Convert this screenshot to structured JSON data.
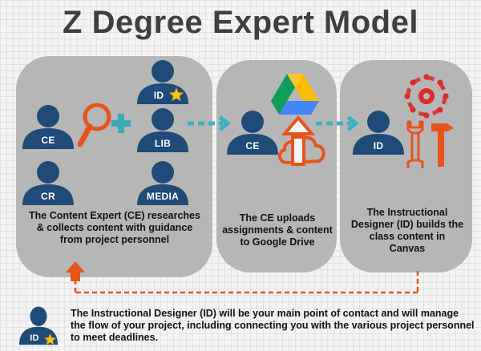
{
  "title": "Z Degree Expert Model",
  "colors": {
    "person": "#1e4b78",
    "accent_orange": "#e6541c",
    "plus_teal": "#39aab8",
    "arrow_teal": "#3cb0c0",
    "panel_gray": "#b6b6b6",
    "canvas_red": "#d92d2d"
  },
  "panels": {
    "left": {
      "people": {
        "ce": "CE",
        "id": "ID",
        "lib": "LIB",
        "cr": "CR",
        "media": "MEDIA"
      },
      "icons": [
        "search-icon",
        "plus-icon",
        "star-icon"
      ],
      "caption": {
        "line1": "The Content Expert (CE) researches",
        "line2": "& collects content with guidance",
        "line3": "from project personnel"
      }
    },
    "middle": {
      "people": {
        "ce": "CE"
      },
      "icons": [
        "google-drive-icon",
        "cloud-upload-icon"
      ],
      "caption": {
        "line1": "The CE uploads",
        "line2": "assignments & content",
        "line3": "to Google Drive"
      }
    },
    "right": {
      "people": {
        "id": "ID"
      },
      "icons": [
        "canvas-logo-icon",
        "wrench-icon",
        "hammer-icon"
      ],
      "caption": {
        "line1": "The Instructional",
        "line2": "Designer (ID) builds the",
        "line3": "class content in",
        "line4": "Canvas"
      }
    }
  },
  "footer": {
    "person_label": "ID",
    "line1": "The Instructional Designer (ID) will be your main point of contact and will manage",
    "line2": "the flow of your project, including connecting you with the various project personnel",
    "line3": "to meet deadlines."
  }
}
